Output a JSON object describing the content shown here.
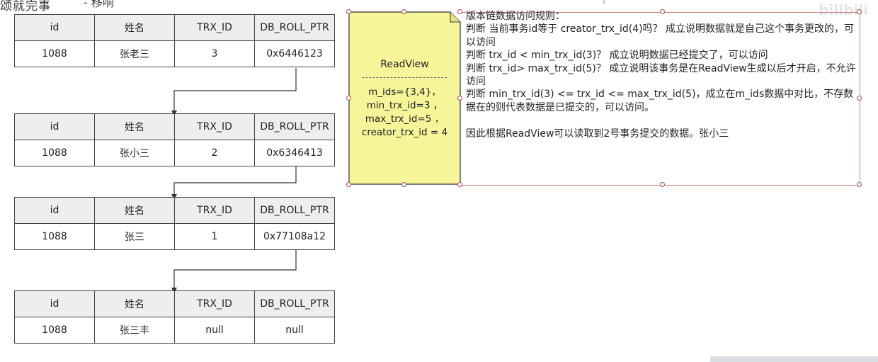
{
  "header": {
    "caption_left": "颂就完事",
    "caption_right": "- 移响"
  },
  "records": [
    {
      "headers": [
        "id",
        "姓名",
        "TRX_ID",
        "DB_ROLL_PTR"
      ],
      "values": [
        "1088",
        "张老三",
        "3",
        "0x6446123"
      ]
    },
    {
      "headers": [
        "id",
        "姓名",
        "TRX_ID",
        "DB_ROLL_PTR"
      ],
      "values": [
        "1088",
        "张小三",
        "2",
        "0x6346413"
      ]
    },
    {
      "headers": [
        "id",
        "姓名",
        "TRX_ID",
        "DB_ROLL_PTR"
      ],
      "values": [
        "1088",
        "张三",
        "1",
        "0x77108a12"
      ]
    },
    {
      "headers": [
        "id",
        "姓名",
        "TRX_ID",
        "DB_ROLL_PTR"
      ],
      "values": [
        "1088",
        "张三丰",
        "null",
        "null"
      ]
    }
  ],
  "readview": {
    "title": "ReadView",
    "lines": [
      "m_ids={3,4}，",
      "min_trx_id=3  ，",
      "max_trx_id=5  ，",
      "creator_trx_id = 4"
    ],
    "fill_color": "#f7f59a"
  },
  "rules": {
    "lines": [
      "版本链数据访问规则：",
      "判断 当前事务id等于 creator_trx_id(4)吗？ 成立说明数据就是自己这个事务更改的，可以访问",
      "判断 trx_id < min_trx_id(3)？ 成立说明数据已经提交了，可以访问",
      "判断 trx_id> max_trx_id(5)？ 成立说明该事务是在ReadView生成以后才开启，不允许访问",
      "判断 min_trx_id(3) <= trx_id <= max_trx_id(5)，成立在m_ids数据中对比，不存数据在的则代表数据是已提交的，可以访问。",
      "",
      "因此根据ReadView可以读取到2号事务提交的数据。张小三"
    ]
  },
  "watermark": "bilibili"
}
